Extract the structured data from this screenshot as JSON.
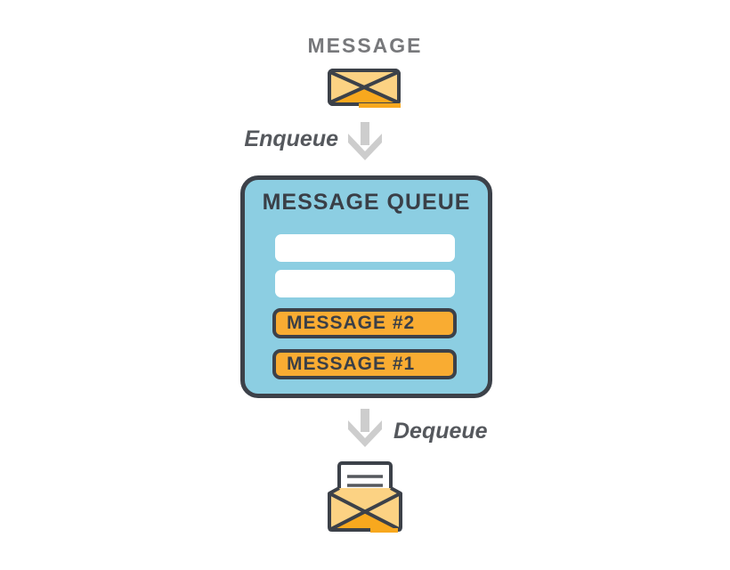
{
  "diagram": {
    "message_title": "MESSAGE",
    "enqueue_label": "Enqueue",
    "dequeue_label": "Dequeue",
    "queue": {
      "title": "MESSAGE QUEUE",
      "slots": [
        {
          "type": "empty",
          "label": ""
        },
        {
          "type": "empty",
          "label": ""
        },
        {
          "type": "filled",
          "label": "MESSAGE #2"
        },
        {
          "type": "filled",
          "label": "MESSAGE #1"
        }
      ]
    },
    "icons": {
      "top": "closed-envelope-icon",
      "bottom": "open-envelope-icon"
    },
    "colors": {
      "queue_background": "#8ccee2",
      "slot_filled": "#f9ac32",
      "slot_empty": "#ffffff",
      "envelope_light": "#fcd283",
      "envelope_dark": "#f8a81e",
      "outline": "#3c4149",
      "arrow": "#cdcdcd",
      "message_title_text": "#77787b",
      "flow_label_text": "#55585d",
      "queue_text": "#3a3f47"
    }
  }
}
